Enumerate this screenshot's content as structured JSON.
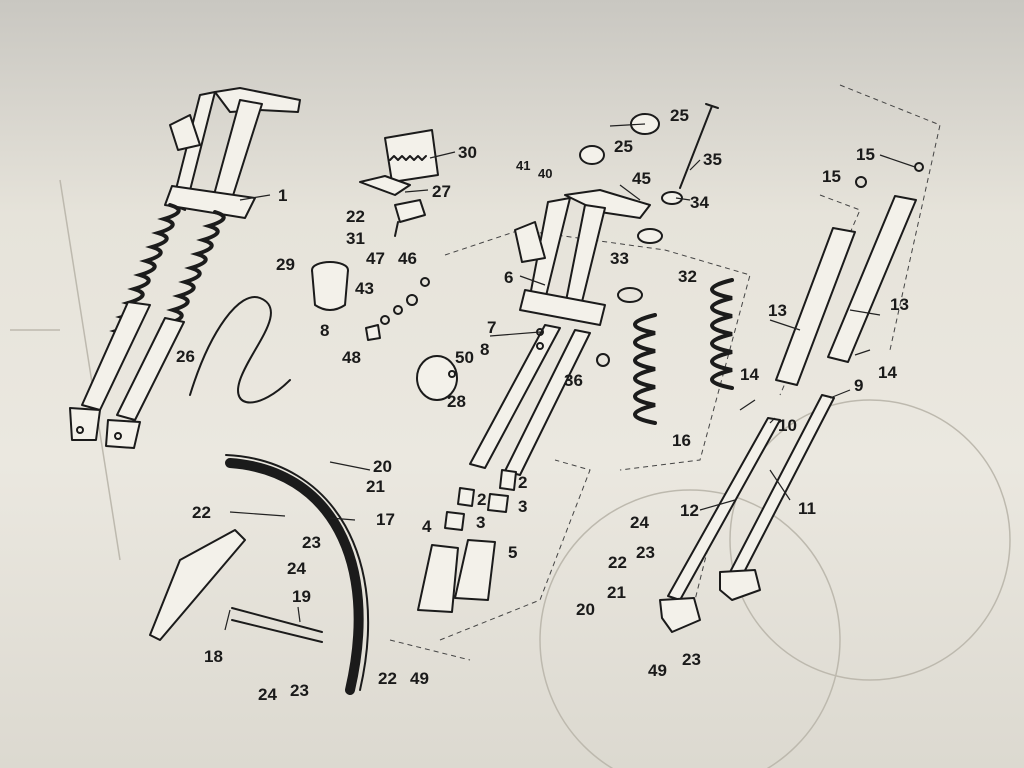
{
  "labels": {
    "l1": "1",
    "l2a": "2",
    "l2b": "2",
    "l3a": "3",
    "l3b": "3",
    "l4": "4",
    "l5": "5",
    "l6": "6",
    "l7": "7",
    "l8a": "8",
    "l8b": "8",
    "l9": "9",
    "l10": "10",
    "l11": "11",
    "l12": "12",
    "l13a": "13",
    "l13b": "13",
    "l14a": "14",
    "l14b": "14",
    "l15a": "15",
    "l15b": "15",
    "l16": "16",
    "l17": "17",
    "l18": "18",
    "l19": "19",
    "l20a": "20",
    "l20b": "20",
    "l21a": "21",
    "l21b": "21",
    "l22a": "22",
    "l22b": "22",
    "l22c": "22",
    "l22d": "22",
    "l23a": "23",
    "l23b": "23",
    "l23c": "23",
    "l23d": "23",
    "l24a": "24",
    "l24b": "24",
    "l24c": "24",
    "l25a": "25",
    "l25b": "25",
    "l26": "26",
    "l27": "27",
    "l28": "28",
    "l29": "29",
    "l30": "30",
    "l31": "31",
    "l32": "32",
    "l33": "33",
    "l34": "34",
    "l35": "35",
    "l36": "36",
    "l40": "40",
    "l41": "41",
    "l43": "43",
    "l45": "45",
    "l46": "46",
    "l47": "47",
    "l48": "48",
    "l49a": "49",
    "l49b": "49",
    "l50": "50"
  }
}
